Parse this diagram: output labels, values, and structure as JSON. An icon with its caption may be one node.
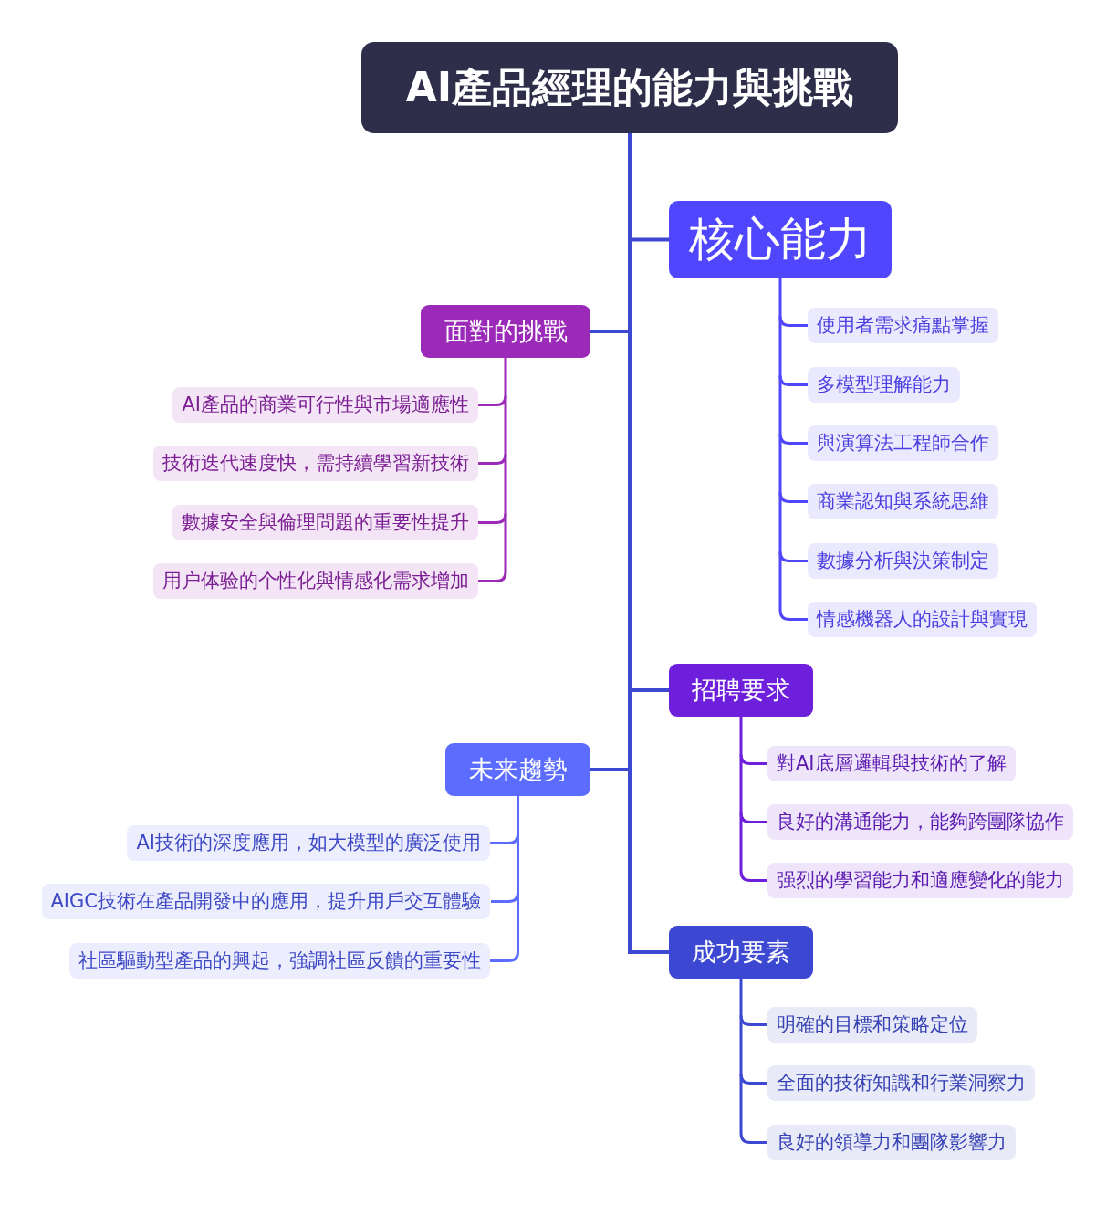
{
  "diagram": {
    "nodes": [
      {
        "text": [
          "AI產品經理的能力與挑戰"
        ]
      },
      {
        "text": [
          "核心能力"
        ]
      },
      {
        "text": [
          "使用者需求痛點掌握"
        ]
      },
      {
        "text": [
          "多模型理解能力"
        ]
      },
      {
        "text": [
          "與演算法工程師合作"
        ]
      },
      {
        "text": [
          "商業認知與系統思維"
        ]
      },
      {
        "text": [
          "數據分析與決策制定"
        ]
      },
      {
        "text": [
          "情感機器人的設計與實現"
        ]
      },
      {
        "text": [
          "面對的挑戰"
        ]
      },
      {
        "text": [
          "AI產品的商業可行性與市場適應性"
        ]
      },
      {
        "text": [
          "技術迭代速度快，需持續學習新技術"
        ]
      },
      {
        "text": [
          "數據安全與倫理問題的重要性提升"
        ]
      },
      {
        "text": [
          "用户体验的个性化與情感化需求增加"
        ]
      },
      {
        "text": [
          "招聘要求"
        ]
      },
      {
        "text": [
          "對AI底層邏輯與技術的了解"
        ]
      },
      {
        "text": [
          "良好的溝通能力，能夠跨團隊協作"
        ]
      },
      {
        "text": [
          "强烈的學習能力和適應變化的能力"
        ]
      },
      {
        "text": [
          "未来趨勢"
        ]
      },
      {
        "text": [
          "AI技術的深度應用，如大模型的廣泛使用"
        ]
      },
      {
        "text": [
          "AIGC技術在產品開發中的應用，提升用戶交互體驗"
        ]
      },
      {
        "text": [
          "社區驅動型產品的興起，強調社區反饋的重要性"
        ]
      },
      {
        "text": [
          "成功要素"
        ]
      },
      {
        "text": [
          "明確的目標和策略定位"
        ]
      },
      {
        "text": [
          "全面的技術知識和行業洞察力"
        ]
      },
      {
        "text": [
          "良好的領導力和團隊影響力"
        ]
      }
    ],
    "edges": [
      {
        "from": 0,
        "to": 1,
        "arrow": "none",
        "color": "#3d48d2"
      },
      {
        "from": 0,
        "to": 8,
        "arrow": "none",
        "color": "#3d48d2"
      },
      {
        "from": 0,
        "to": 13,
        "arrow": "none",
        "color": "#3d48d2"
      },
      {
        "from": 0,
        "to": 17,
        "arrow": "none",
        "color": "#3d48d2"
      },
      {
        "from": 0,
        "to": 21,
        "arrow": "none",
        "color": "#3d48d2"
      },
      {
        "from": 1,
        "to": 2,
        "arrow": "none",
        "color": "#5046fe"
      },
      {
        "from": 1,
        "to": 3,
        "arrow": "none",
        "color": "#5046fe"
      },
      {
        "from": 1,
        "to": 4,
        "arrow": "none",
        "color": "#5046fe"
      },
      {
        "from": 1,
        "to": 5,
        "arrow": "none",
        "color": "#5046fe"
      },
      {
        "from": 1,
        "to": 6,
        "arrow": "none",
        "color": "#5046fe"
      },
      {
        "from": 1,
        "to": 7,
        "arrow": "none",
        "color": "#5046fe"
      },
      {
        "from": 8,
        "to": 9,
        "arrow": "none",
        "color": "#9b2ab8"
      },
      {
        "from": 8,
        "to": 10,
        "arrow": "none",
        "color": "#9b2ab8"
      },
      {
        "from": 8,
        "to": 11,
        "arrow": "none",
        "color": "#9b2ab8"
      },
      {
        "from": 8,
        "to": 12,
        "arrow": "none",
        "color": "#9b2ab8"
      },
      {
        "from": 13,
        "to": 14,
        "arrow": "none",
        "color": "#6d1fdc"
      },
      {
        "from": 13,
        "to": 15,
        "arrow": "none",
        "color": "#6d1fdc"
      },
      {
        "from": 13,
        "to": 16,
        "arrow": "none",
        "color": "#6d1fdc"
      },
      {
        "from": 17,
        "to": 18,
        "arrow": "none",
        "color": "#5b6cff"
      },
      {
        "from": 17,
        "to": 19,
        "arrow": "none",
        "color": "#5b6cff"
      },
      {
        "from": 17,
        "to": 20,
        "arrow": "none",
        "color": "#5b6cff"
      },
      {
        "from": 21,
        "to": 22,
        "arrow": "none",
        "color": "#3d48d2"
      },
      {
        "from": 21,
        "to": 23,
        "arrow": "none",
        "color": "#3d48d2"
      },
      {
        "from": 21,
        "to": 24,
        "arrow": "none",
        "color": "#3d48d2"
      }
    ]
  }
}
